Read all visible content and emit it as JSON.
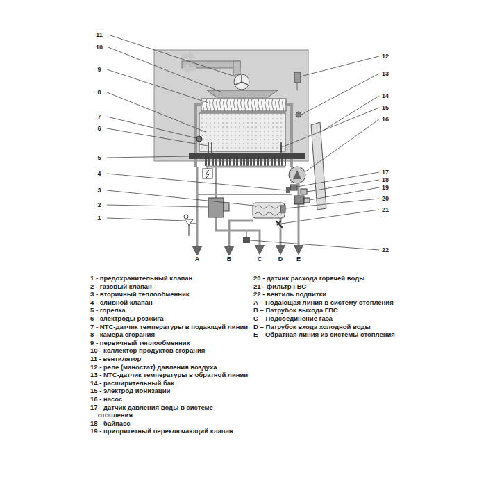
{
  "diagram": {
    "labels": [
      "1",
      "2",
      "3",
      "4",
      "5",
      "6",
      "7",
      "8",
      "9",
      "10",
      "11",
      "12",
      "13",
      "14",
      "15",
      "16",
      "17",
      "18",
      "19",
      "20",
      "21",
      "22",
      "A",
      "B",
      "C",
      "D",
      "E",
      "1 - предохранительный клапан",
      "2 - газовый клапан",
      "3 - вторичный теплообменник",
      "4 - сливной клапан",
      "5 - горелка",
      "6 - электроды розжига",
      "7 - NTC-датчик температуры в подающей линии",
      "8 - камера сгорания",
      "9 - первичный теплообменник",
      "10 - коллектор продуктов сгорания",
      "11 - вентилятор",
      "12 - реле (маностат) давления воздуха",
      "13 - NTC-датчик температуры в обратной линии",
      "14 - расширительный бак",
      "15 - электрод ионизации",
      "16 - насос",
      "17 - датчик давления воды в системе отопления",
      "18 - байпасс",
      "19 - приоритетный переключающий клапан",
      "20 - датчик расхода горячей воды",
      "21 - фильтр ГВС",
      "22 - вентиль подпитки",
      "A – Подающая линия в систему отопления",
      "B – Патрубок выхода ГВС",
      "C – Подсоединение газа",
      "D – Патрубок входа холодной воды",
      "E – Обратная линия из системы отопления"
    ]
  }
}
